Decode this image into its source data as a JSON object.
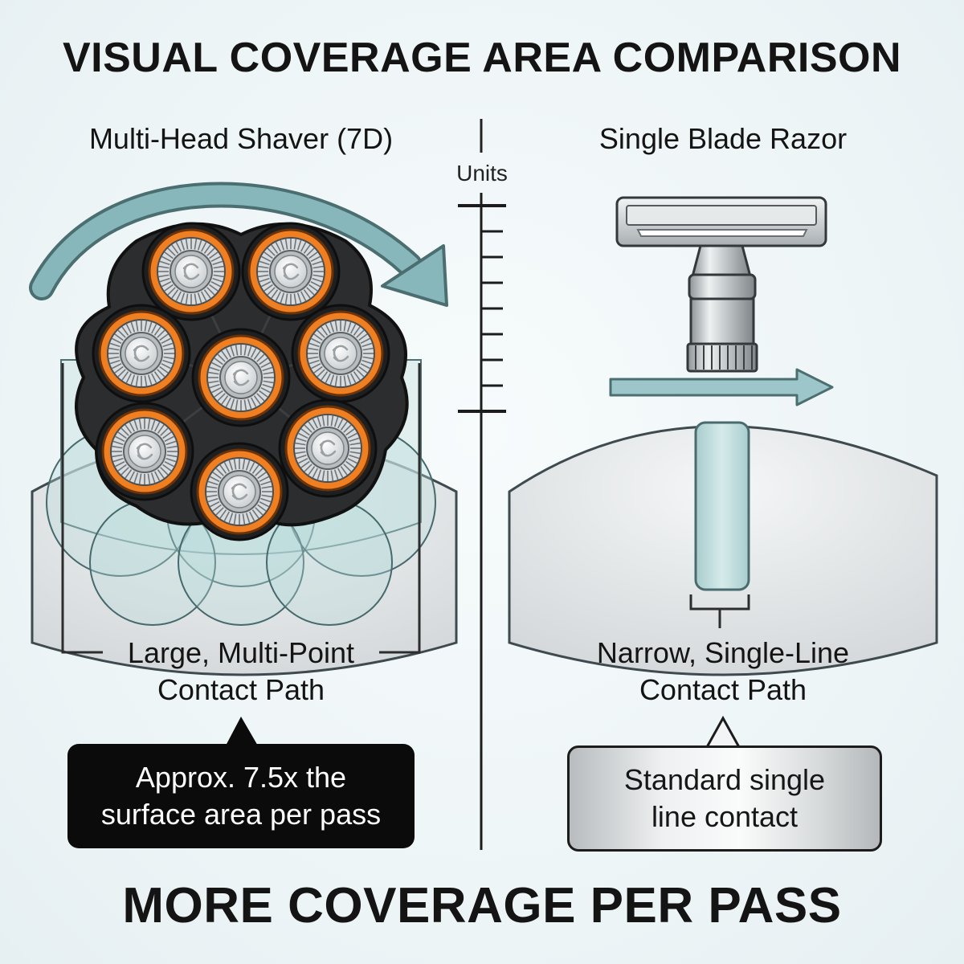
{
  "title": "VISUAL COVERAGE AREA COMPARISON",
  "left": {
    "heading": "Multi-Head Shaver (7D)",
    "caption_line1": "Large, Multi-Point",
    "caption_line2": "Contact Path",
    "callout_line1": "Approx. 7.5x the",
    "callout_line2": "surface area per pass"
  },
  "divider": {
    "units_label": "Units"
  },
  "right": {
    "heading": "Single Blade Razor",
    "caption_line1": "Narrow, Single-Line",
    "caption_line2": "Contact Path",
    "callout_line1": "Standard single",
    "callout_line2": "line contact"
  },
  "footer": "MORE COVERAGE PER PASS",
  "colors": {
    "accent_teal": "#6fa3a8",
    "head_ring_orange": "#f07f22",
    "shaver_body": "#2b2d2f",
    "callout_dark": "#0b0b0b"
  },
  "icons": [
    "shaver-head-icon",
    "safety-razor-icon",
    "motion-arrow-icon"
  ]
}
